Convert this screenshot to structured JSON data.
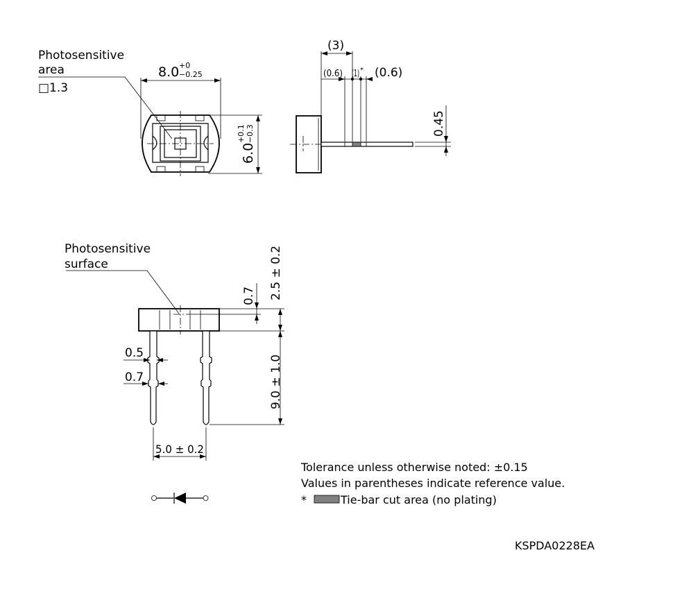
{
  "top_view": {
    "photosensitive_area_label_line1": "Photosensitive",
    "photosensitive_area_label_line2": "area",
    "photosensitive_area_size": "□1.3",
    "width_value": "8.0",
    "width_tol_upper": "+0",
    "width_tol_lower": "−0.25",
    "height_value": "6.0",
    "height_tol_upper": "+0.1",
    "height_tol_lower": "−0.3"
  },
  "side_view": {
    "dim_3": "(3)",
    "dim_0_6_left": "(0.6)",
    "dim_1": "(1)",
    "dim_star": "*",
    "dim_0_6_right": "(0.6)",
    "dim_0_45": "0.45"
  },
  "front_view": {
    "surface_label_line1": "Photosensitive",
    "surface_label_line2": "surface",
    "dim_0_7_top": "0.7",
    "dim_2_5": "2.5 ± 0.2",
    "dim_9_0": "9.0 ± 1.0",
    "dim_0_5": "0.5",
    "dim_0_7_lead": "0.7",
    "dim_5_0": "5.0 ± 0.2"
  },
  "notes": {
    "tolerance": "Tolerance unless otherwise noted: ±0.15",
    "reference": "Values in parentheses indicate reference value.",
    "tie_bar_star": "*",
    "tie_bar": "Tie-bar cut area (no plating)"
  },
  "drawing_id": "KSPDA0228EA",
  "colors": {
    "line": "#000000",
    "tie_bar_fill": "#808080",
    "background": "#ffffff"
  }
}
